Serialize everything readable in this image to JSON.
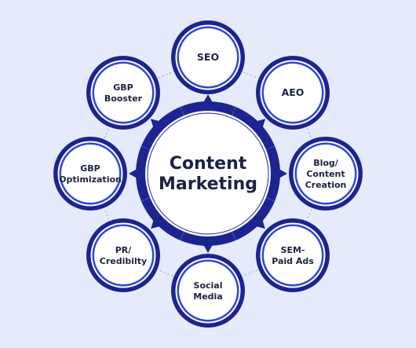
{
  "center": {
    "lines": [
      "Content",
      "Marketing"
    ]
  },
  "colors": {
    "background": "#e6ebfb",
    "navy": "#1c2490",
    "ring_blue": "#3346d6",
    "text": "#1c2240",
    "dotted_line": "#9aa2b8"
  },
  "nodes": [
    {
      "id": "seo",
      "lines": [
        "SEO"
      ]
    },
    {
      "id": "aeo",
      "lines": [
        "AEO"
      ]
    },
    {
      "id": "blog-content-creation",
      "lines": [
        "Blog/",
        "Content",
        "Creation"
      ]
    },
    {
      "id": "sem-paid-ads",
      "lines": [
        "SEM-",
        "Paid Ads"
      ]
    },
    {
      "id": "social-media",
      "lines": [
        "Social",
        "Media"
      ]
    },
    {
      "id": "pr-credibility",
      "lines": [
        "PR/",
        "Credibilty"
      ]
    },
    {
      "id": "gbp-optimization",
      "lines": [
        "GBP",
        "Optimization"
      ]
    },
    {
      "id": "gbp-booster",
      "lines": [
        "GBP",
        "Booster"
      ]
    }
  ]
}
